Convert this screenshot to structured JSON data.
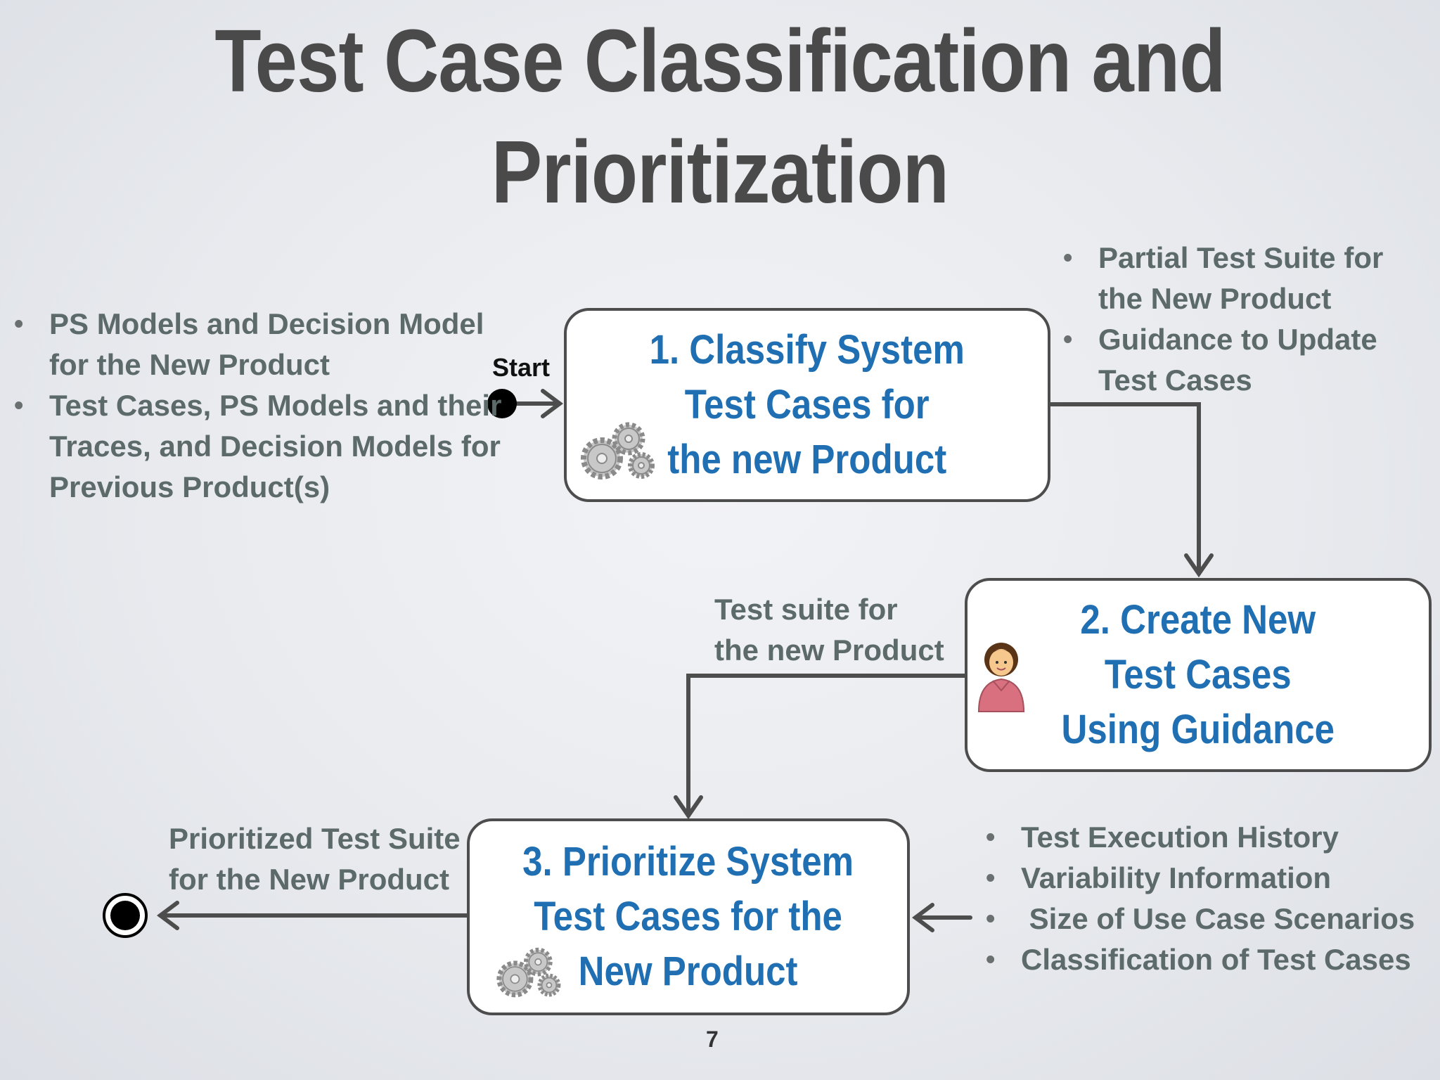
{
  "title": {
    "line1": "Test Case Classification and",
    "line2": "Prioritization"
  },
  "start_label": "Start",
  "inputs_step1": [
    "PS Models and Decision Model for the New Product",
    "Test Cases, PS Models and their Traces, and Decision Models for Previous Product(s)"
  ],
  "outputs_step1": [
    "Partial Test Suite for the New Product",
    "Guidance to Update Test Cases"
  ],
  "steps": [
    {
      "lines": [
        "1. Classify System",
        "Test Cases for",
        "the new Product"
      ],
      "icon": "gears-icon"
    },
    {
      "lines": [
        "2. Create New",
        "Test Cases",
        "Using Guidance"
      ],
      "icon": "person-icon"
    },
    {
      "lines": [
        "3. Prioritize System",
        "Test Cases for the",
        "New Product"
      ],
      "icon": "gears-icon"
    }
  ],
  "test_suite_label": {
    "line1": "Test suite for",
    "line2": "the new Product"
  },
  "final_output_label": {
    "line1": "Prioritized Test Suite",
    "line2": "for the New Product"
  },
  "inputs_step3": [
    "Test Execution History",
    "Variability Information",
    " Size of Use Case Scenarios",
    "Classification of Test Cases"
  ],
  "page_number": "7",
  "colors": {
    "step_text": "#1f6fb2",
    "title_text": "#4a4a4a",
    "note_text": "#5d6a6a",
    "connector": "#4d4d4d"
  }
}
